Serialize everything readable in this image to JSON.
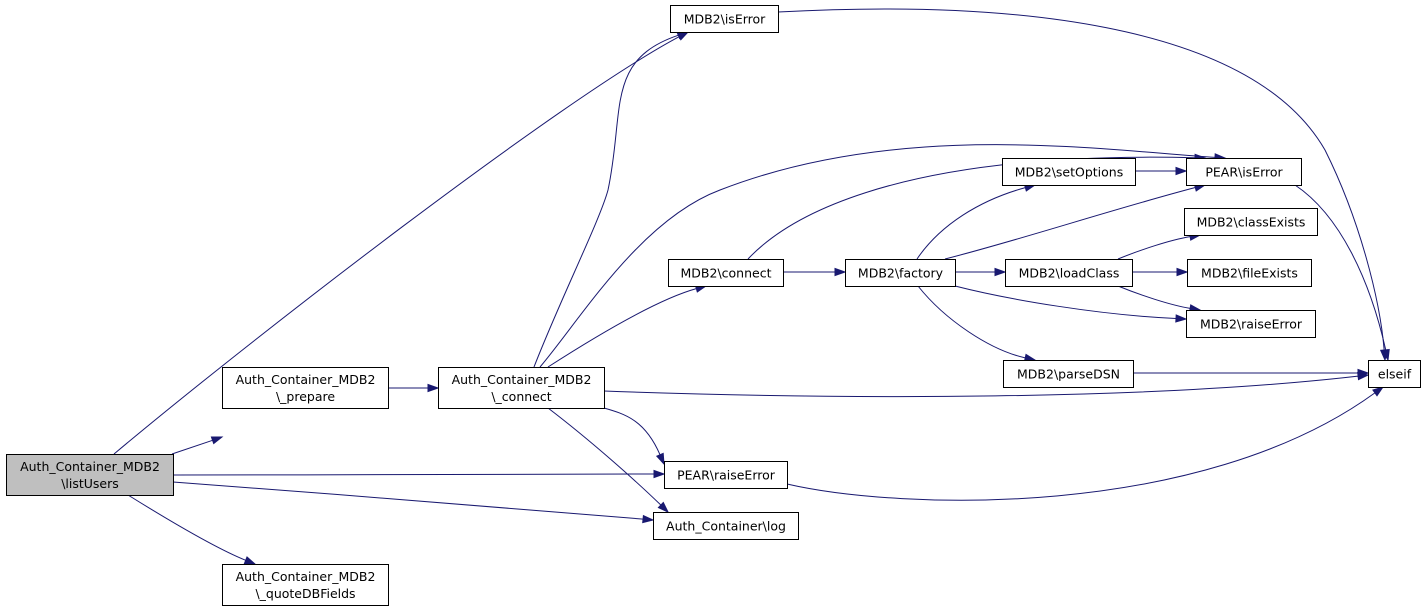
{
  "graph": {
    "nodes": [
      {
        "id": "listUsers",
        "lines": [
          "Auth_Container_MDB2",
          "\\listUsers"
        ],
        "focus": true
      },
      {
        "id": "prepare",
        "lines": [
          "Auth_Container_MDB2",
          "\\_prepare"
        ]
      },
      {
        "id": "quoteDBFields",
        "lines": [
          "Auth_Container_MDB2",
          "\\_quoteDBFields"
        ]
      },
      {
        "id": "connect_auth",
        "lines": [
          "Auth_Container_MDB2",
          "\\_connect"
        ]
      },
      {
        "id": "isError_mdb2",
        "lines": [
          "MDB2\\isError"
        ]
      },
      {
        "id": "raiseError_pear",
        "lines": [
          "PEAR\\raiseError"
        ]
      },
      {
        "id": "log",
        "lines": [
          "Auth_Container\\log"
        ]
      },
      {
        "id": "connect_mdb2",
        "lines": [
          "MDB2\\connect"
        ]
      },
      {
        "id": "factory",
        "lines": [
          "MDB2\\factory"
        ]
      },
      {
        "id": "setOptions",
        "lines": [
          "MDB2\\setOptions"
        ]
      },
      {
        "id": "loadClass",
        "lines": [
          "MDB2\\loadClass"
        ]
      },
      {
        "id": "parseDSN",
        "lines": [
          "MDB2\\parseDSN"
        ]
      },
      {
        "id": "isError_pear",
        "lines": [
          "PEAR\\isError"
        ]
      },
      {
        "id": "classExists",
        "lines": [
          "MDB2\\classExists"
        ]
      },
      {
        "id": "fileExists",
        "lines": [
          "MDB2\\fileExists"
        ]
      },
      {
        "id": "raiseError_mdb2",
        "lines": [
          "MDB2\\raiseError"
        ]
      },
      {
        "id": "elseif",
        "lines": [
          "elseif"
        ]
      }
    ],
    "edges": [
      {
        "from": "listUsers",
        "to": "isError_mdb2"
      },
      {
        "from": "listUsers",
        "to": "prepare"
      },
      {
        "from": "listUsers",
        "to": "raiseError_pear"
      },
      {
        "from": "listUsers",
        "to": "log"
      },
      {
        "from": "listUsers",
        "to": "quoteDBFields"
      },
      {
        "from": "prepare",
        "to": "connect_auth"
      },
      {
        "from": "connect_auth",
        "to": "isError_mdb2"
      },
      {
        "from": "connect_auth",
        "to": "isError_pear"
      },
      {
        "from": "connect_auth",
        "to": "connect_mdb2"
      },
      {
        "from": "connect_auth",
        "to": "elseif"
      },
      {
        "from": "connect_auth",
        "to": "raiseError_pear"
      },
      {
        "from": "connect_auth",
        "to": "log"
      },
      {
        "from": "connect_mdb2",
        "to": "isError_pear"
      },
      {
        "from": "connect_mdb2",
        "to": "factory"
      },
      {
        "from": "factory",
        "to": "setOptions"
      },
      {
        "from": "factory",
        "to": "isError_pear"
      },
      {
        "from": "factory",
        "to": "loadClass"
      },
      {
        "from": "factory",
        "to": "raiseError_mdb2"
      },
      {
        "from": "factory",
        "to": "parseDSN"
      },
      {
        "from": "setOptions",
        "to": "isError_pear"
      },
      {
        "from": "loadClass",
        "to": "classExists"
      },
      {
        "from": "loadClass",
        "to": "fileExists"
      },
      {
        "from": "loadClass",
        "to": "raiseError_mdb2"
      },
      {
        "from": "parseDSN",
        "to": "elseif"
      },
      {
        "from": "isError_mdb2",
        "to": "elseif"
      },
      {
        "from": "isError_pear",
        "to": "elseif"
      },
      {
        "from": "raiseError_pear",
        "to": "elseif"
      }
    ]
  }
}
